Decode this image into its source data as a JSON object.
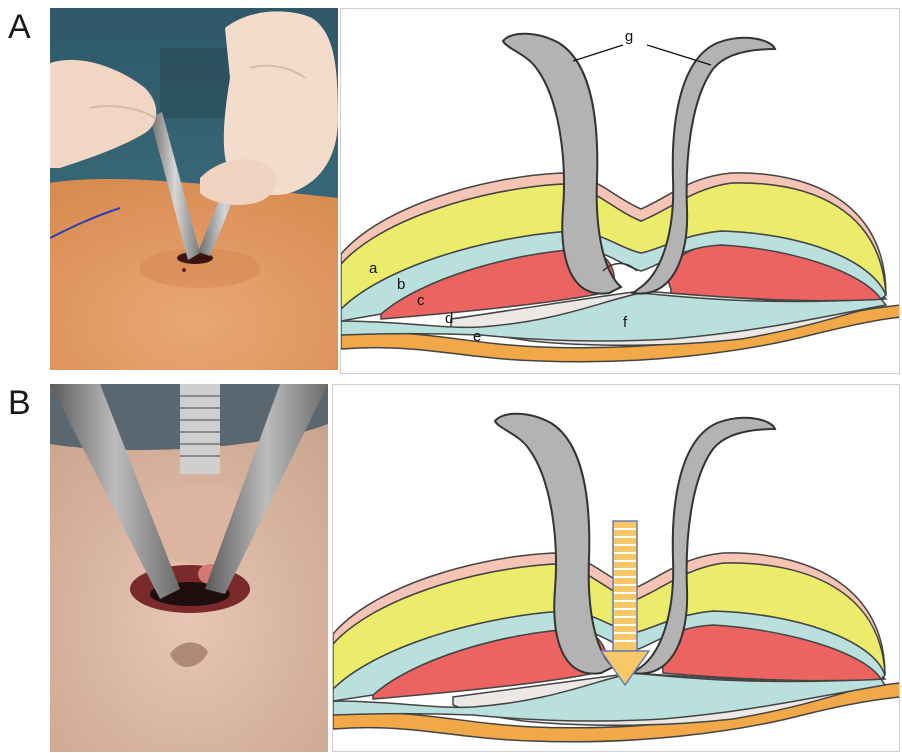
{
  "panels": {
    "a": {
      "letter": "A"
    },
    "b": {
      "letter": "B"
    }
  },
  "diagram_labels": {
    "a": "a",
    "b": "b",
    "c": "c",
    "d": "d",
    "e": "e",
    "f": "f",
    "g": "g"
  },
  "colors": {
    "skin": "#f6c4b4",
    "subcutaneous_fat": "#ecec6c",
    "fascia": "#b9e0dc",
    "muscle": "#ec6462",
    "preperitoneal": "#ece8e6",
    "peritoneum": "#f0a848",
    "retractor": "#b3b3b3",
    "arrow": "#f7c868"
  }
}
